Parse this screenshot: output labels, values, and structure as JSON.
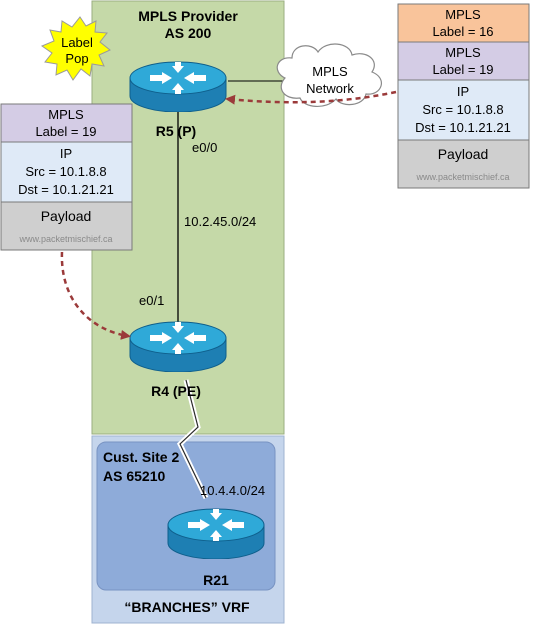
{
  "colors": {
    "provider_bg": "#c5d9a8",
    "site_outer_bg": "#c5d5ec",
    "site_inner_bg": "#8eabd9",
    "label_top": "#f9c49b",
    "label_mid": "#d4cce5",
    "ip_bg": "#dfeaf7",
    "payload_bg": "#cfcfcf",
    "router_body": "#1e8fc3",
    "router_top": "#2fa9d8",
    "arrow": "#9b3a3a",
    "starburst": "#ffff00"
  },
  "provider": {
    "title_line1": "MPLS Provider",
    "title_line2": "AS 200"
  },
  "starburst": {
    "line1": "Label",
    "line2": "Pop"
  },
  "cloud": {
    "line1": "MPLS",
    "line2": "Network"
  },
  "routers": {
    "r5": {
      "label": "R5 (P)",
      "iface": "e0/0"
    },
    "r4": {
      "label": "R4 (PE)",
      "iface": "e0/1"
    },
    "r21": {
      "label": "R21"
    }
  },
  "links": {
    "provider_link": "10.2.45.0/24",
    "customer_link": "10.4.4.0/24"
  },
  "customer_site": {
    "line1": "Cust. Site 2",
    "line2": "AS 65210",
    "vrf": "“BRANCHES” VRF"
  },
  "packet_left": {
    "label_title": "MPLS",
    "label_value": "Label = 19",
    "ip_title": "IP",
    "ip_src": "Src = 10.1.8.8",
    "ip_dst": "Dst = 10.1.21.21",
    "payload": "Payload",
    "watermark": "www.packetmischief.ca"
  },
  "packet_right": {
    "label1_title": "MPLS",
    "label1_value": "Label = 16",
    "label2_title": "MPLS",
    "label2_value": "Label = 19",
    "ip_title": "IP",
    "ip_src": "Src = 10.1.8.8",
    "ip_dst": "Dst = 10.1.21.21",
    "payload": "Payload",
    "watermark": "www.packetmischief.ca"
  }
}
